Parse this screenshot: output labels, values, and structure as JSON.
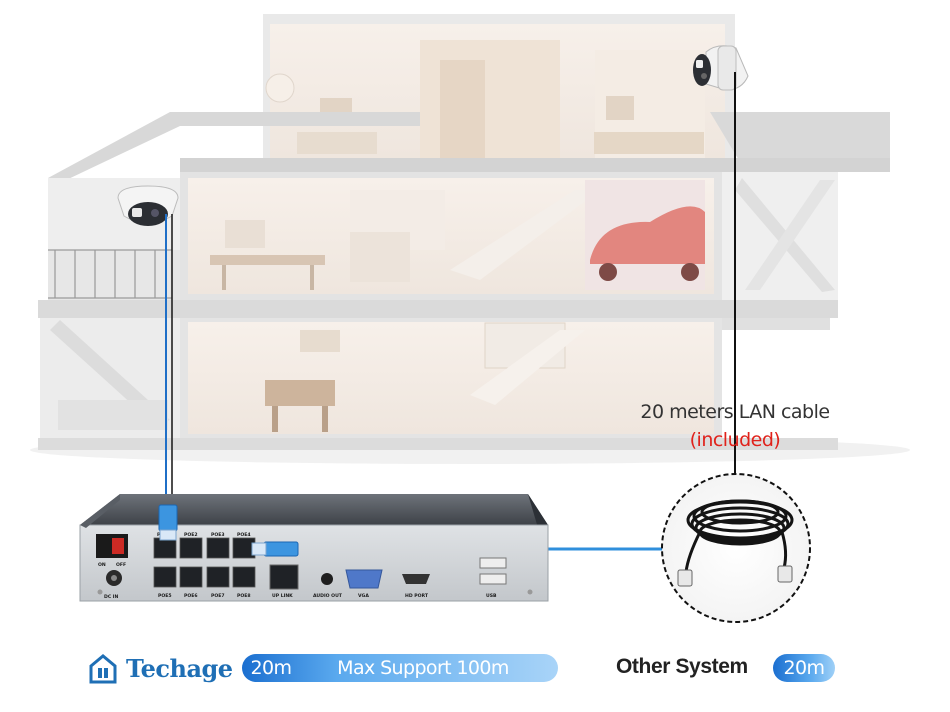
{
  "cable": {
    "title": "20 meters LAN cable",
    "included": "(included)"
  },
  "nvr": {
    "labels": {
      "on": "ON",
      "off": "OFF",
      "dc_in": "DC IN",
      "poe1": "POE1",
      "poe2": "POE2",
      "poe3": "POE3",
      "poe4": "POE4",
      "poe5": "POE5",
      "poe6": "POE6",
      "poe7": "POE7",
      "poe8": "POE8",
      "uplink": "UP LINK",
      "audio_out": "AUDIO OUT",
      "vga": "VGA",
      "hd_port": "HD PORT",
      "usb": "USB"
    }
  },
  "comparison": {
    "brand_name": "Techage",
    "techage_distance": "20m",
    "techage_support": "Max Support 100m",
    "other_label": "Other System",
    "other_distance": "20m"
  },
  "colors": {
    "blue_cable": "#2f8fdc",
    "red_accent": "#e0221b",
    "brand_blue": "#1f6fb5"
  }
}
